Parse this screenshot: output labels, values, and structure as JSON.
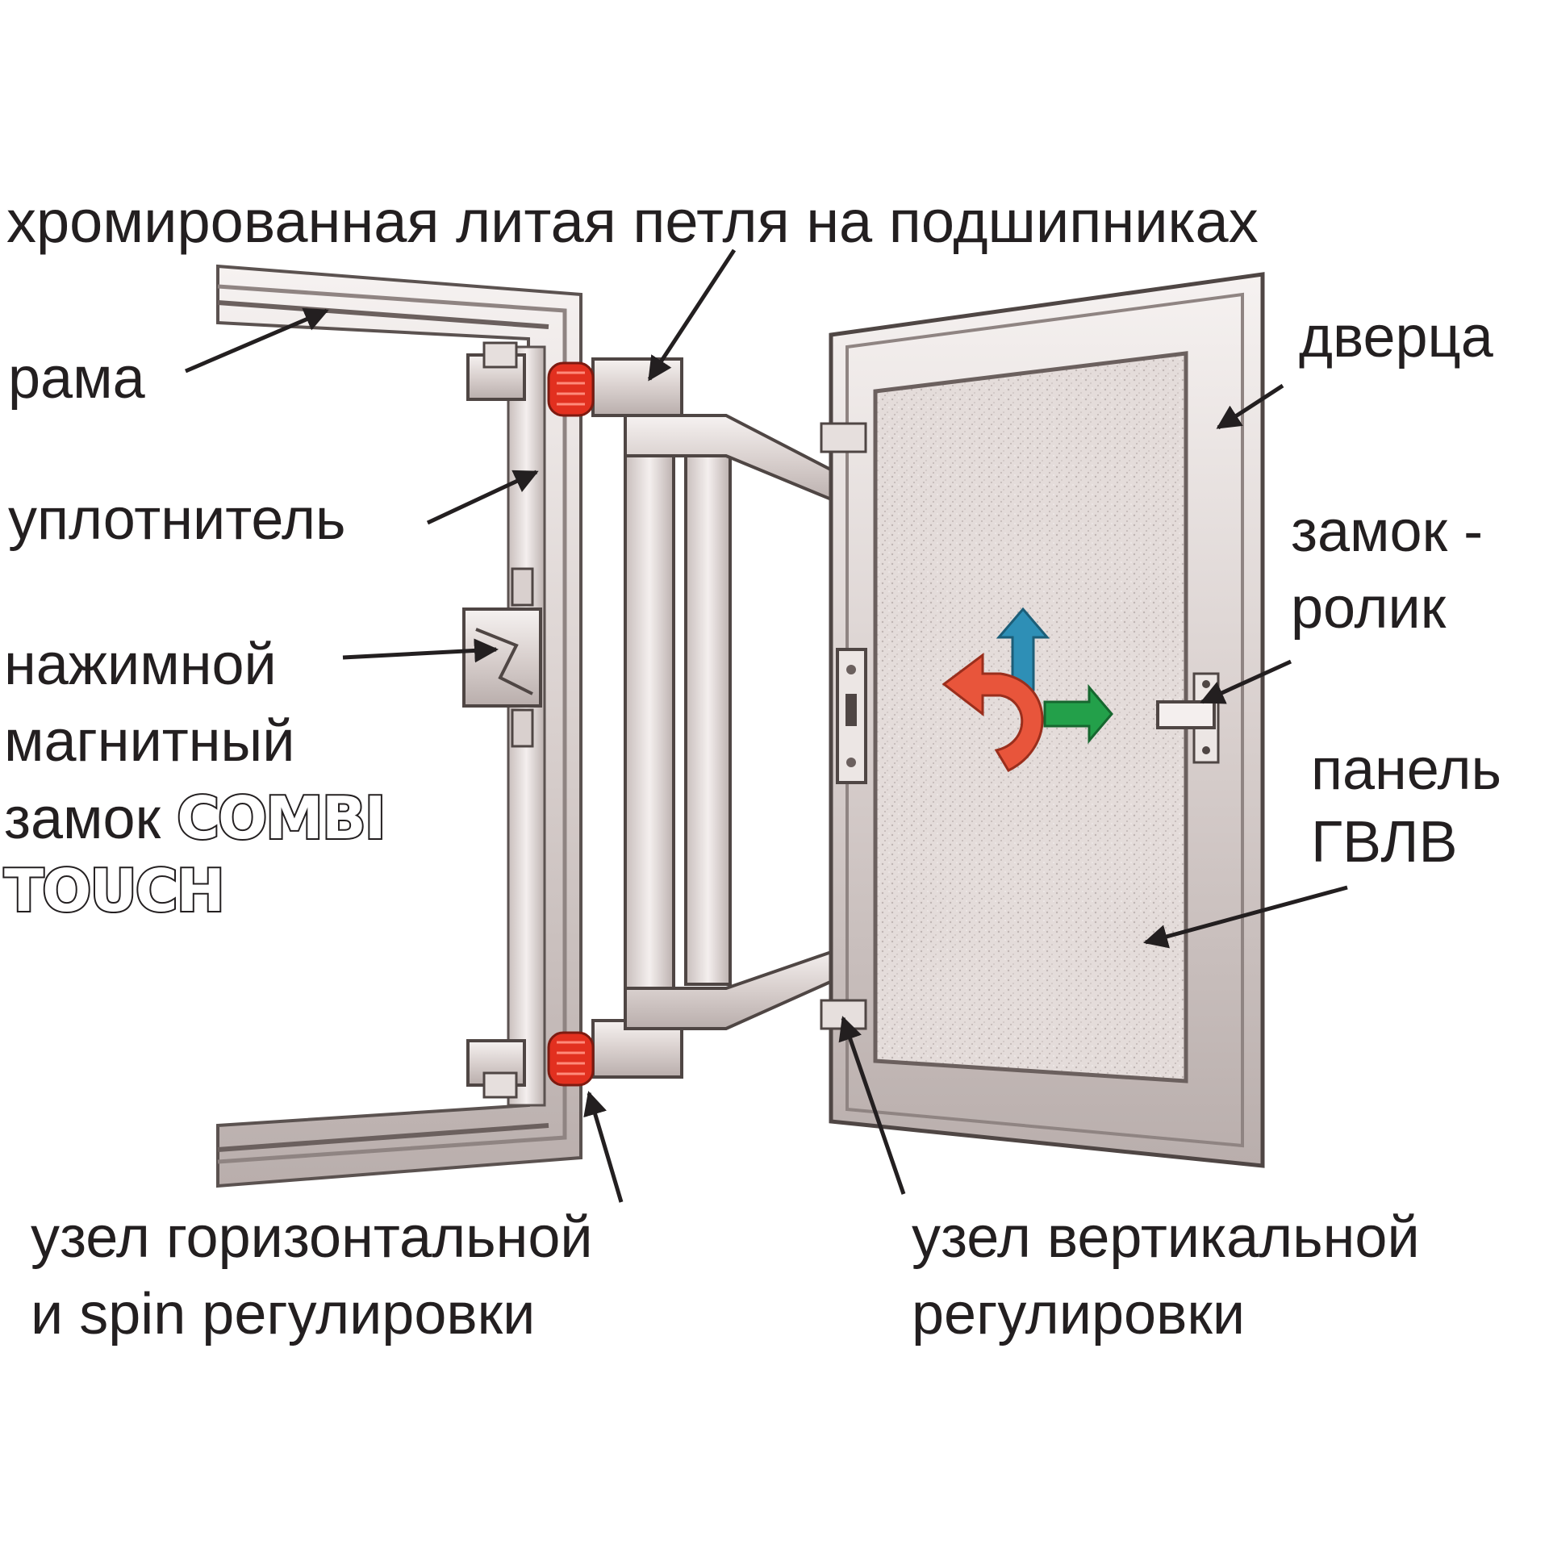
{
  "labels": {
    "hinge": "хромированная литая петля на подшипниках",
    "frame": "рама",
    "door": "дверца",
    "seal": "уплотнитель",
    "roller_lock_line1": "замок -",
    "roller_lock_line2": "ролик",
    "magnet_lock_line1": "нажимной",
    "magnet_lock_line2": "магнитный",
    "magnet_lock_line3": "замок",
    "brand_line1": "COMBI",
    "brand_line2": "TOUCH",
    "panel_line1": "панель",
    "panel_line2": "ГВЛВ",
    "horizontal_adj_line1": "узел горизонтальной",
    "horizontal_adj_line2": "и spin регулировки",
    "vertical_adj_line1": "узел вертикальной",
    "vertical_adj_line2": "регулировки"
  },
  "colors": {
    "text": "#231f20",
    "hinge_cap": "#e2301f",
    "arrow_up": "#2e8fb6",
    "arrow_right": "#23a04a",
    "arrow_rotate": "#e8553b"
  }
}
